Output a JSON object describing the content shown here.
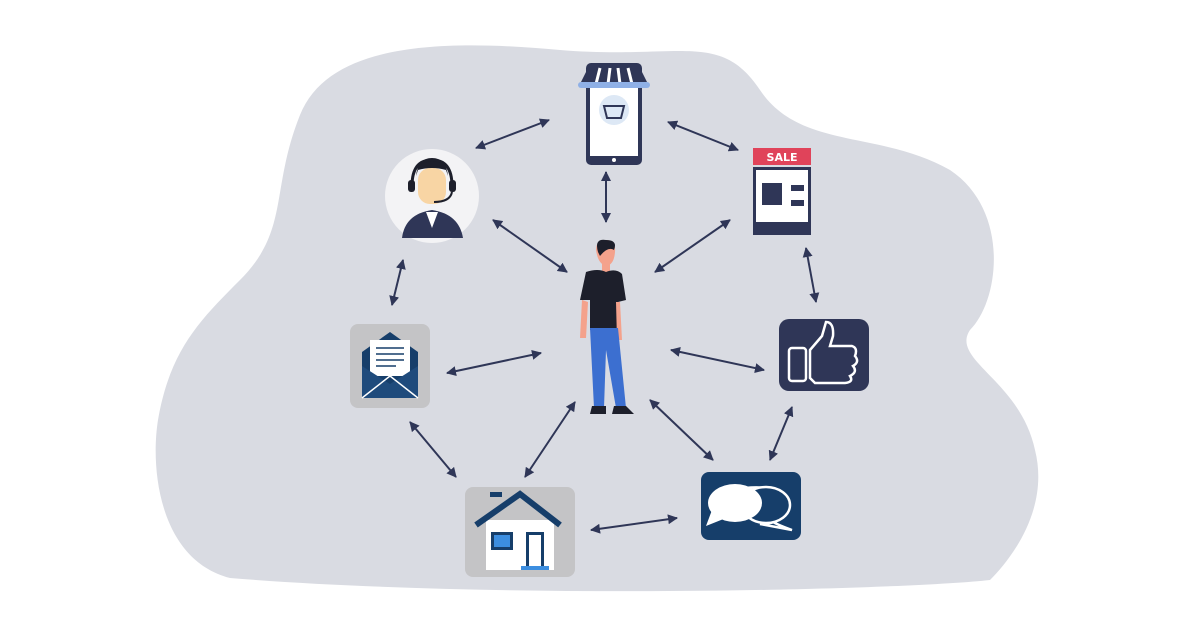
{
  "colors": {
    "background_blob": "#d9dbe2",
    "navy": "#2f3657",
    "dark_blue": "#163e6a",
    "sale_red": "#e0435a",
    "tile_grey": "#c4c4c6",
    "jeans_blue": "#3c6fd0",
    "skin": "#f4a28c"
  },
  "nodes": [
    {
      "id": "person",
      "icon": "person-illustration"
    },
    {
      "id": "mobile-shop",
      "icon": "mobile-shop-icon"
    },
    {
      "id": "support-agent",
      "icon": "headset-agent-icon"
    },
    {
      "id": "sale-kiosk",
      "icon": "sale-display-icon",
      "label": "SALE"
    },
    {
      "id": "email",
      "icon": "envelope-letter-icon"
    },
    {
      "id": "social-like",
      "icon": "thumbs-up-icon"
    },
    {
      "id": "home",
      "icon": "house-icon"
    },
    {
      "id": "chat",
      "icon": "chat-bubbles-icon"
    }
  ],
  "connections": [
    [
      "support-agent",
      "mobile-shop"
    ],
    [
      "mobile-shop",
      "sale-kiosk"
    ],
    [
      "mobile-shop",
      "person"
    ],
    [
      "support-agent",
      "person"
    ],
    [
      "sale-kiosk",
      "person"
    ],
    [
      "support-agent",
      "email"
    ],
    [
      "sale-kiosk",
      "social-like"
    ],
    [
      "email",
      "person"
    ],
    [
      "person",
      "social-like"
    ],
    [
      "email",
      "home"
    ],
    [
      "person",
      "home"
    ],
    [
      "person",
      "chat"
    ],
    [
      "social-like",
      "chat"
    ],
    [
      "home",
      "chat"
    ]
  ]
}
